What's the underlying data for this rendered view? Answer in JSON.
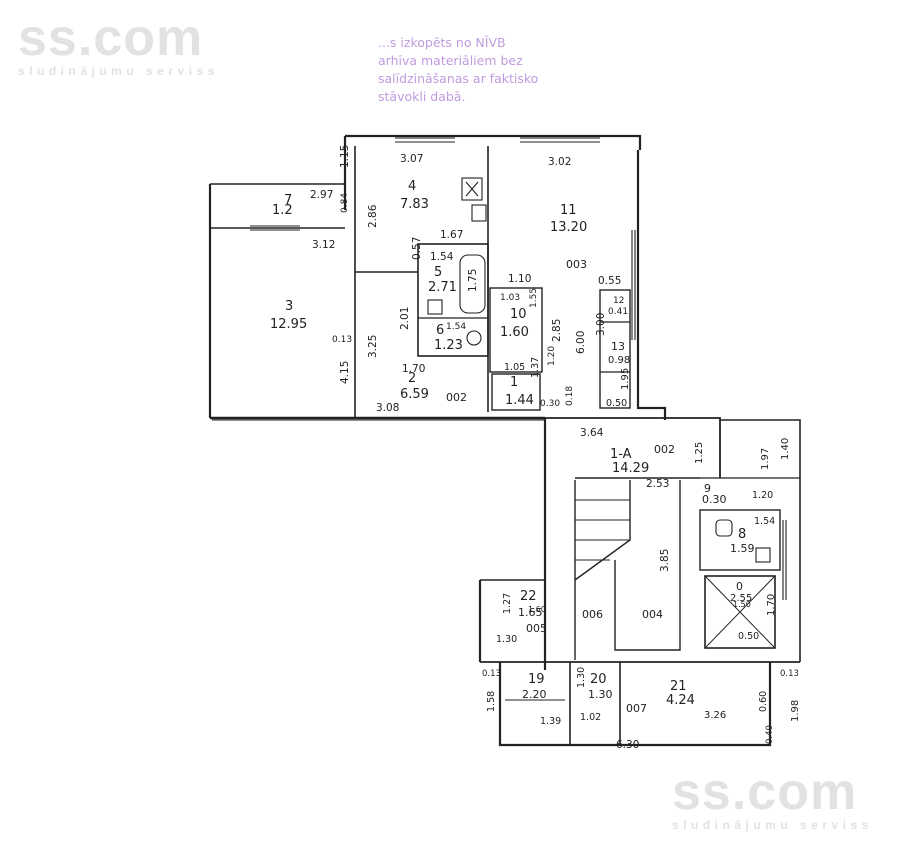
{
  "watermark": {
    "site": "ss.com",
    "tagline": "sludinājumu serviss"
  },
  "stamp": {
    "lines": [
      "...s izkopēts no NĪVB",
      "arhīva materiāliem bez",
      "salīdzināšanas ar faktisko",
      "stāvokli dabā."
    ]
  },
  "rooms": [
    {
      "id": "r7",
      "num": "7",
      "area": "1.2"
    },
    {
      "id": "r4",
      "num": "4",
      "area": "7.83"
    },
    {
      "id": "r11",
      "num": "11",
      "area": "13.20"
    },
    {
      "id": "r3",
      "num": "3",
      "area": "12.95"
    },
    {
      "id": "r5",
      "num": "5",
      "area": "2.71"
    },
    {
      "id": "r6",
      "num": "6",
      "area": "1.23"
    },
    {
      "id": "r2",
      "num": "2",
      "area": "6.59"
    },
    {
      "id": "r10",
      "num": "10",
      "area": "1.60"
    },
    {
      "id": "r1",
      "num": "1",
      "area": "1.44"
    },
    {
      "id": "r12",
      "num": "12",
      "area": "0.41"
    },
    {
      "id": "r13",
      "num": "13",
      "area": "0.98"
    },
    {
      "id": "r1a",
      "num": "1-A",
      "area": "14.29"
    },
    {
      "id": "r9",
      "num": "9",
      "area": "0.30"
    },
    {
      "id": "r8",
      "num": "8",
      "area": "1.59"
    },
    {
      "id": "r19",
      "num": "19",
      "area": "2.20"
    },
    {
      "id": "r20",
      "num": "20",
      "area": "1.30"
    },
    {
      "id": "r21",
      "num": "21",
      "area": "4.24"
    },
    {
      "id": "r22",
      "num": "22",
      "area": "1.65"
    },
    {
      "id": "r0",
      "num": "0",
      "area": "2.55"
    }
  ],
  "dimensions": [
    "3.07",
    "3.02",
    "1.15",
    "2.97",
    "0.84",
    "3.12",
    "2.86",
    "1.67",
    "0.57",
    "1.54",
    "1.75",
    "1.10",
    "0.55",
    "1.03",
    "1.55",
    "2.01",
    "1.54",
    "0.13",
    "3.25",
    "4.15",
    "1.70",
    "3.08",
    "2.85",
    "6.00",
    "3.00",
    "1.05",
    "1.37",
    "1.20",
    "1.95",
    "0.50",
    "0.30",
    "0.18",
    "3.64",
    "1.25",
    "1.97",
    "1.40",
    "2.53",
    "1.20",
    "1.54",
    "3.85",
    "1.70",
    "1.27",
    "1.30",
    "0.13",
    "1.58",
    "1.39",
    "1.02",
    "1.30",
    "3.26",
    "6.30",
    "0.40",
    "1.98",
    "0.50",
    "0.60",
    "0.13",
    "1.50",
    "1.60"
  ],
  "labels": {
    "bldg_mark_1": "002",
    "bldg_mark_2": "002",
    "bldg_mark_3": "003",
    "bldg_mark_4": "004",
    "bldg_mark_5": "005",
    "bldg_mark_6": "006",
    "bldg_mark_7": "007"
  }
}
